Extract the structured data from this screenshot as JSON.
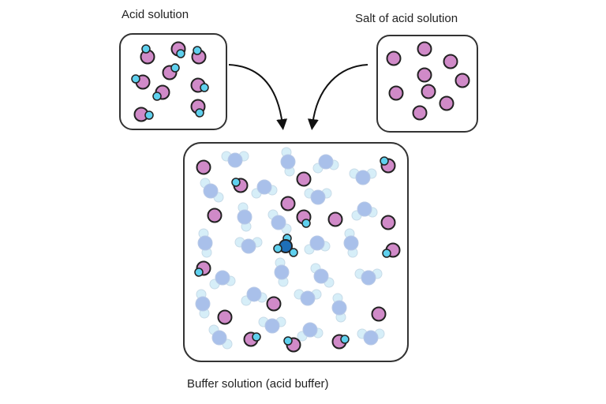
{
  "labels": {
    "acid": "Acid solution",
    "salt": "Salt of acid solution",
    "buffer": "Buffer solution (acid buffer)"
  },
  "colors": {
    "anion": "#d08ac8",
    "hydrogen": "#5fd0ee",
    "water_oxygen": "#a9c0ea",
    "water_hydrogen": "#d6eef8",
    "hydronium": "#1e6fb8",
    "outline": "#222222"
  }
}
